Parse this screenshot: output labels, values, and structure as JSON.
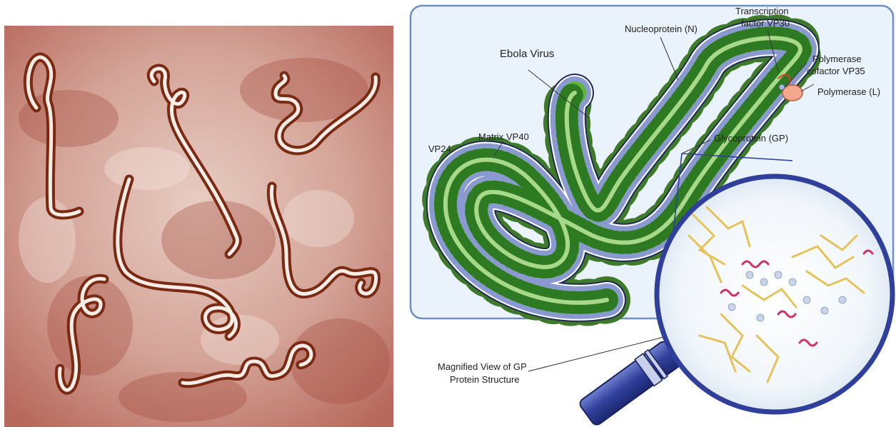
{
  "labels": {
    "ebola_virus": "Ebola Virus",
    "nucleoprotein": "Nucleoprotein (N)",
    "transcription_line1": "Transcription",
    "transcription_line2": "factor VP30",
    "polymerase_cofactor_line1": "Polymerase",
    "polymerase_cofactor_line2": "cofactor VP35",
    "polymerase": "Polymerase (L)",
    "vp24": "VP24",
    "matrix": "Matrix VP40",
    "glycoprotein": "Glycoprotein (GP)",
    "magnified_line1": "Magnified View of GP",
    "magnified_line2": "Protein Structure"
  },
  "colors": {
    "capsid_green": "#5db83a",
    "envelope_blue": "#3a4f9a",
    "glycoprotein_green": "#3f7a2a",
    "panel_background": "#eaf2fb",
    "panel_border": "#6f8fc0",
    "magnifier_rim": "#2f3f9a",
    "micrograph_background": "#c98a7e",
    "virion_outline": "#7a2a12"
  },
  "icons": {
    "magnifier": "magnifying-glass-icon"
  }
}
